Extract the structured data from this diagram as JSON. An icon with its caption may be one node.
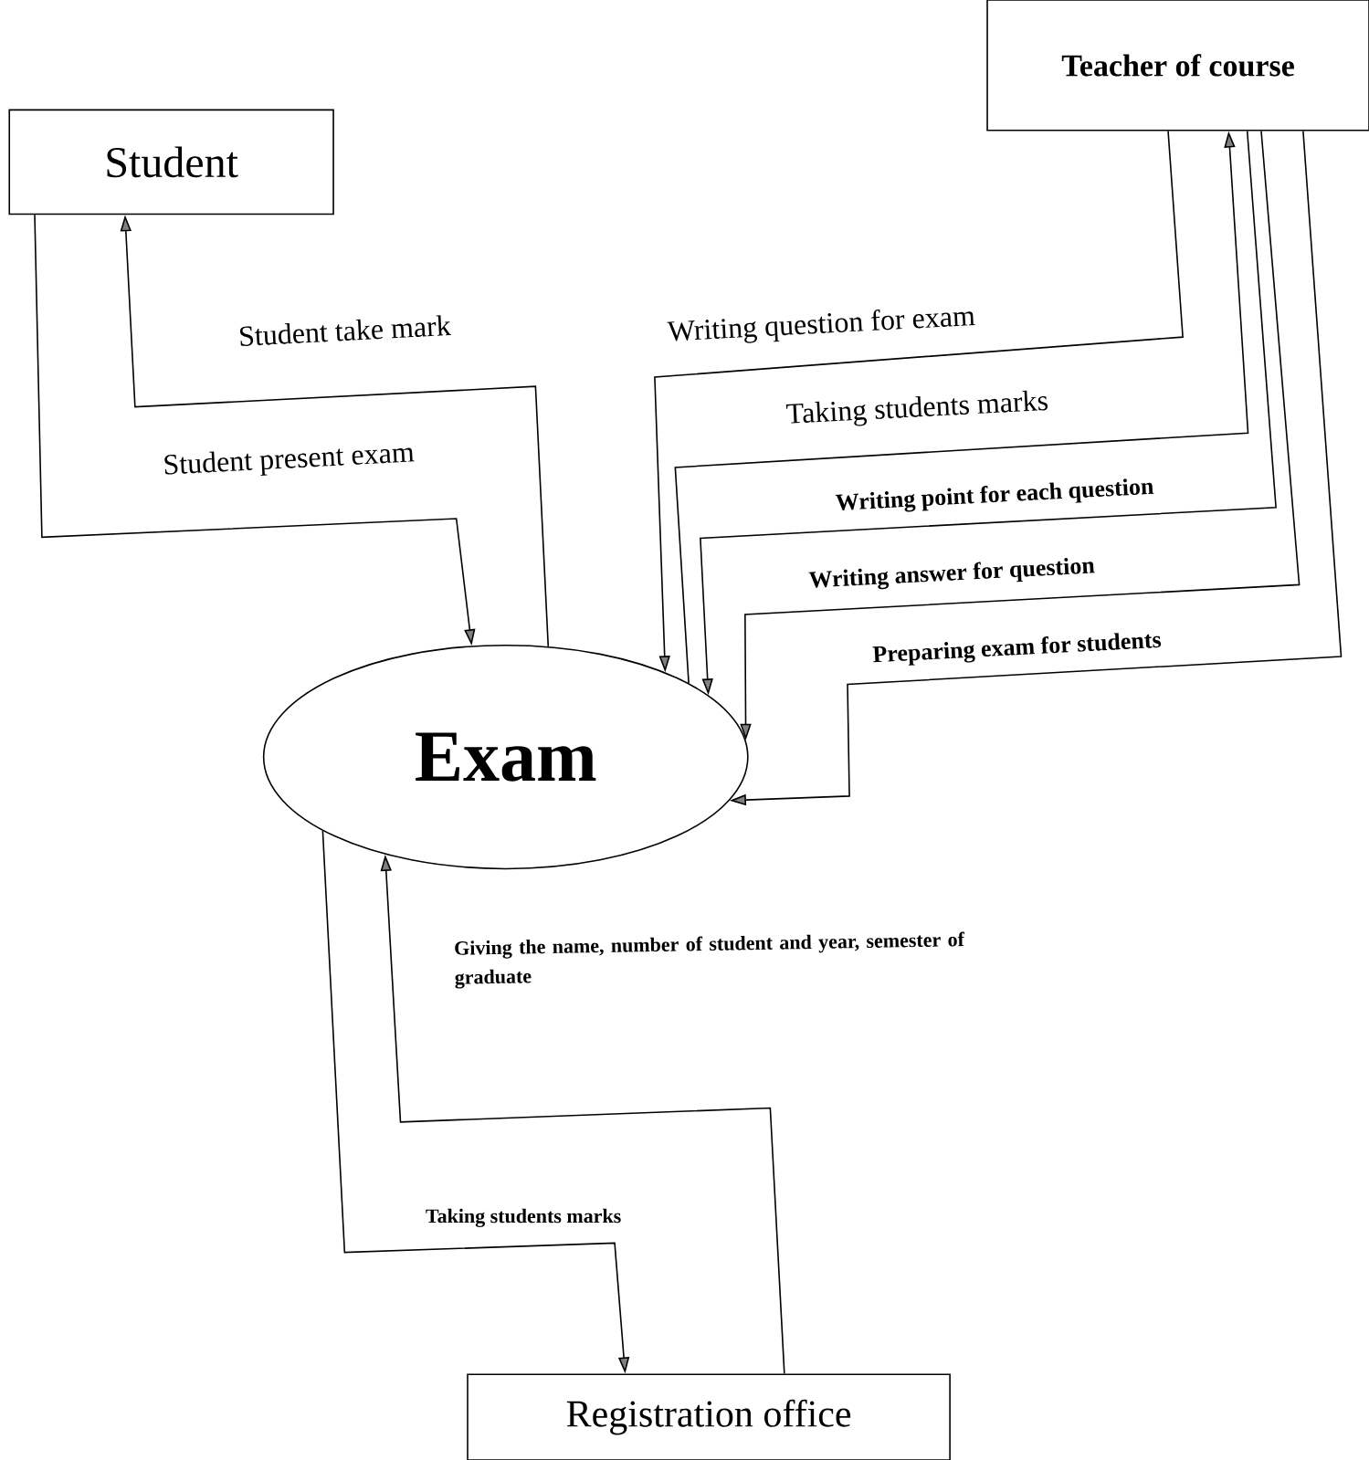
{
  "diagram": {
    "nodes": [
      {
        "text": [
          "Student"
        ]
      },
      {
        "text": [
          "Teacher of course"
        ]
      },
      {
        "text": [
          "Exam"
        ]
      },
      {
        "text": [
          "Registration office"
        ]
      }
    ],
    "edges": [
      {
        "from": 0,
        "to": 2,
        "arrow": "to",
        "label": "Student present exam"
      },
      {
        "from": 2,
        "to": 0,
        "arrow": "to",
        "label": "Student take mark"
      },
      {
        "from": 1,
        "to": 2,
        "arrow": "to",
        "label": "Writing question for exam"
      },
      {
        "from": 2,
        "to": 1,
        "arrow": "to",
        "label": "Taking students marks"
      },
      {
        "from": 1,
        "to": 2,
        "arrow": "to",
        "label": "Writing point for each question"
      },
      {
        "from": 1,
        "to": 2,
        "arrow": "to",
        "label": "Writing answer for question"
      },
      {
        "from": 1,
        "to": 2,
        "arrow": "to",
        "label": "Preparing exam for students"
      },
      {
        "from": 3,
        "to": 2,
        "arrow": "to",
        "label": "Giving the name, number of student and year, semester of graduate"
      },
      {
        "from": 2,
        "to": 3,
        "arrow": "to",
        "label": "Taking students marks"
      }
    ]
  }
}
